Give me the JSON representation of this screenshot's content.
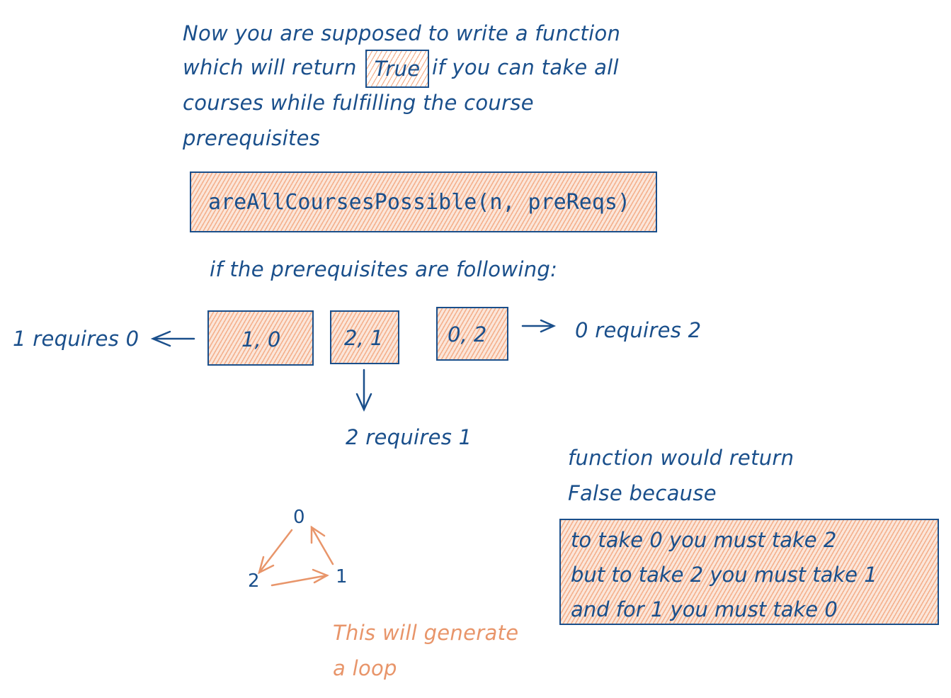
{
  "intro": {
    "line1": "Now you are supposed to write a function",
    "line2_pre": "which will return",
    "line2_keyword": "True",
    "line2_post": "if you can take all",
    "line3": "courses while fulfilling the course",
    "line4": "prerequisites"
  },
  "function_signature": "areAllCoursesPossible(n, preReqs)",
  "prereq_intro": "if the prerequisites are following:",
  "prereqs": [
    {
      "pair": "1, 0",
      "meaning": "1 requires 0"
    },
    {
      "pair": "2, 1",
      "meaning": "2 requires 1"
    },
    {
      "pair": "0, 2",
      "meaning": "0 requires 2"
    }
  ],
  "graph": {
    "nodes": [
      "0",
      "1",
      "2"
    ],
    "caption_line1": "This will generate",
    "caption_line2": "a loop"
  },
  "result": {
    "line1": "function would return",
    "line2": "False because",
    "reason_lines": [
      "to take 0 you must take 2",
      "but to take 2 you must take 1",
      "and for 1 you must take 0"
    ]
  },
  "colors": {
    "ink": "#1a4f8b",
    "accent": "#e8956a",
    "hatch": "#f4b08c"
  }
}
